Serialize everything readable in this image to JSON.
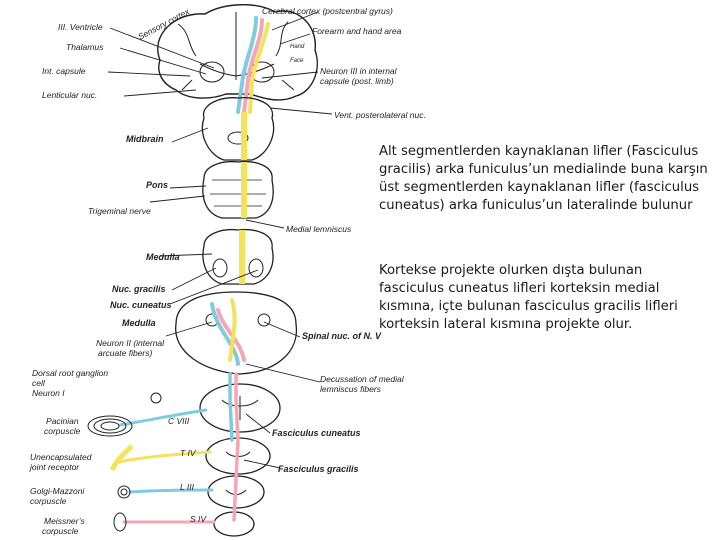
{
  "text": {
    "para1": "Alt segmentlerden kaynaklanan lifler (Fasciculus gracilis) arka funiculus’un medialinde buna karşın üst segmentlerden kaynaklanan lifler (fasciculus cuneatus) arka funiculus’un lateralinde bulunur",
    "para2": "Kortekse projekte olurken dışta bulunan fasciculus cuneatus lifleri korteksin medial kısmına, içte bulunan fasciculus gracilis lifleri korteksin lateral kısmına projekte olur."
  },
  "labels": {
    "sensory_cortex": "Sensory cortex",
    "cerebral_cortex": "Cerebral cortex (postcentral gyrus)",
    "ventricle": "III. Ventricle",
    "thalamus": "Thalamus",
    "forearm": "Forearm and hand area",
    "hand": "Hand",
    "face": "Face",
    "int_capsule": "Int. capsule",
    "neuron3": "Neuron III in internal",
    "neuron3b": "capsule (post. limb)",
    "lenticular": "Lenticular nuc.",
    "vpl": "Vent. posterolateral nuc.",
    "midbrain": "Midbrain",
    "pons": "Pons",
    "trigeminal": "Trigeminal nerve",
    "medial_lemniscus": "Medial lemniscus",
    "medulla1": "Medulla",
    "nuc_gracilis": "Nuc. gracilis",
    "nuc_cuneatus": "Nuc. cuneatus",
    "medulla2": "Medulla",
    "neuron2": "Neuron II (internal",
    "neuron2b": "arcuate fibers)",
    "spinal_nuc": "Spinal nuc. of N. V",
    "drg1": "Dorsal root ganglion",
    "drg2": "cell",
    "drg3": "Neuron I",
    "decussation1": "Decussation of medial",
    "decussation2": "lemniscus fibers",
    "pacinian1": "Pacinian",
    "pacinian2": "corpuscle",
    "c8": "C VIII",
    "fasc_cuneatus": "Fasciculus cuneatus",
    "unencap1": "Unencapsulated",
    "unencap2": "joint receptor",
    "t4": "T IV",
    "fasc_gracilis": "Fasciculus gracilis",
    "golgi1": "Golgi-Mazzoni",
    "golgi2": "corpuscle",
    "l3": "L III",
    "meissner1": "Meissner’s",
    "meissner2": "corpuscle",
    "s4": "S IV"
  },
  "colors": {
    "cuneatus_pathway": "#7fcbe0",
    "gracilis_pathway": "#f5a6b4",
    "neuron3_pathway": "#f3e25a",
    "ink": "#222222"
  }
}
